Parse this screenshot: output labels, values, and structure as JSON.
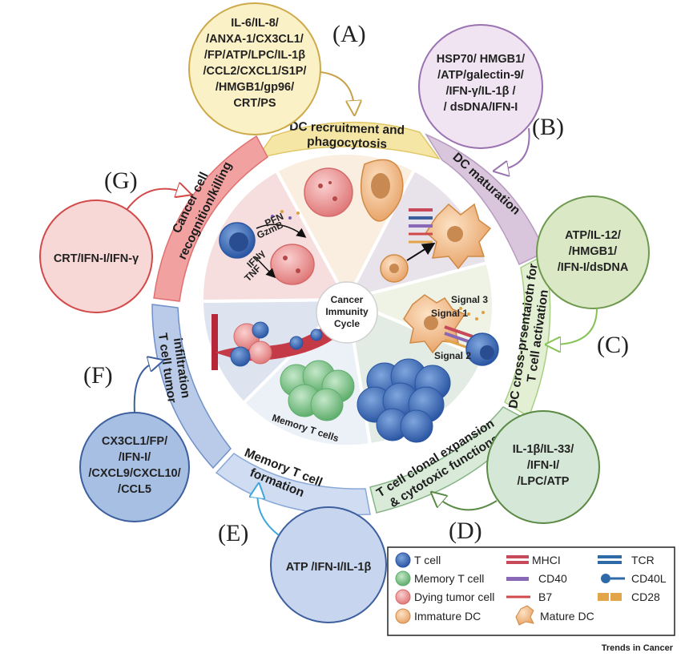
{
  "center": {
    "line1": "Cancer",
    "line2": "Immunity",
    "line3": "Cycle"
  },
  "steps": [
    {
      "letter": "(A)",
      "title_l1": "DC recruitment and",
      "title_l2": "phagocytosis",
      "factors": [
        "IL-6/IL-8/",
        "/ANXA-1/CX3CL1/",
        "/FP/ATP/LPC/IL-1β",
        "/CCL2/CXCL1/S1P/",
        "/HMGB1/gp96/",
        "CRT/PS"
      ],
      "color": "#f6e9a8"
    },
    {
      "letter": "(B)",
      "title_l1": "DC maturation",
      "title_l2": "",
      "factors": [
        "HSP70/ HMGB1/",
        "/ATP/galectin-9/",
        "/IFN-γ/IL-1β /",
        "/ dsDNA/IFN-I"
      ],
      "color": "#ddd0e3"
    },
    {
      "letter": "(C)",
      "title_l1": "DC cross-prsentaiotn for",
      "title_l2": "T cell activation",
      "factors": [
        "ATP/IL-12/",
        "/HMGB1/",
        "/IFN-I/dsDNA"
      ],
      "color": "#d8e7c4"
    },
    {
      "letter": "(D)",
      "title_l1": "T cell clonal expansion",
      "title_l2": "& cytotoxic functions",
      "factors": [
        "IL-1β/IL-33/",
        "/IFN-I/",
        "/LPC/ATP"
      ],
      "color": "#d2e5d4"
    },
    {
      "letter": "(E)",
      "title_l1": "Memory T cell",
      "title_l2": "formation",
      "factors": [
        "ATP /IFN-I/IL-1β"
      ],
      "color": "#c6d6ee"
    },
    {
      "letter": "(F)",
      "title_l1": "T cell tumor",
      "title_l2": "infiltration",
      "factors": [
        "CX3CL1/FP/",
        "/IFN-I/",
        "/CXCL9/CXCL10/",
        "/CCL5"
      ],
      "color": "#a9bee0"
    },
    {
      "letter": "(G)",
      "title_l1": "Cancer cell",
      "title_l2": "recognition/killing",
      "factors": [
        "CRT/IFN-I/IFN-γ"
      ],
      "color": "#f6d4d4"
    }
  ],
  "inner_labels": {
    "pfn": "PFN",
    "gzmb": "GzmB",
    "ifng": "IFNγ",
    "tnf": "TNF",
    "signal3": "Signal 3",
    "signal1": "Signal 1",
    "signal2": "Signal 2",
    "memory": "Memory T cells"
  },
  "legend": {
    "col1": [
      "T cell",
      "Memory T cell",
      "Dying tumor cell",
      "Immature DC"
    ],
    "col2": [
      "MHCI",
      "CD40",
      "B7",
      "Mature DC"
    ],
    "col3": [
      "TCR",
      "CD40L",
      "CD28"
    ]
  },
  "source": "Trends in Cancer"
}
